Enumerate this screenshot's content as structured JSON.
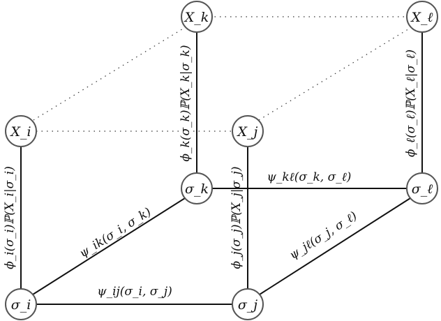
{
  "nodes": {
    "x_k": "X_k",
    "x_l": "X_ℓ",
    "x_i": "X_i",
    "x_j": "X_j",
    "sigma_k": "σ_k",
    "sigma_l": "σ_ℓ",
    "sigma_i": "σ_i",
    "sigma_j": "σ_j"
  },
  "edge_labels": {
    "phi_i": "ϕ_i(σ_i)ℙ(X_i|σ_i)",
    "phi_k": "ϕ_k(σ_k)ℙ(X_k|σ_k)",
    "phi_j": "ϕ_j(σ_j)ℙ(X_j|σ_j)",
    "phi_l": "ϕ_ℓ(σ_ℓ)ℙ(X_ℓ|σ_ℓ)",
    "psi_kl": "ψ_kℓ(σ_k, σ_ℓ)",
    "psi_ik": "ψ_ik(σ_i, σ_k)",
    "psi_jl": "ψ_jℓ(σ_j, σ_ℓ)",
    "psi_ij": "ψ_ij(σ_i, σ_j)"
  }
}
